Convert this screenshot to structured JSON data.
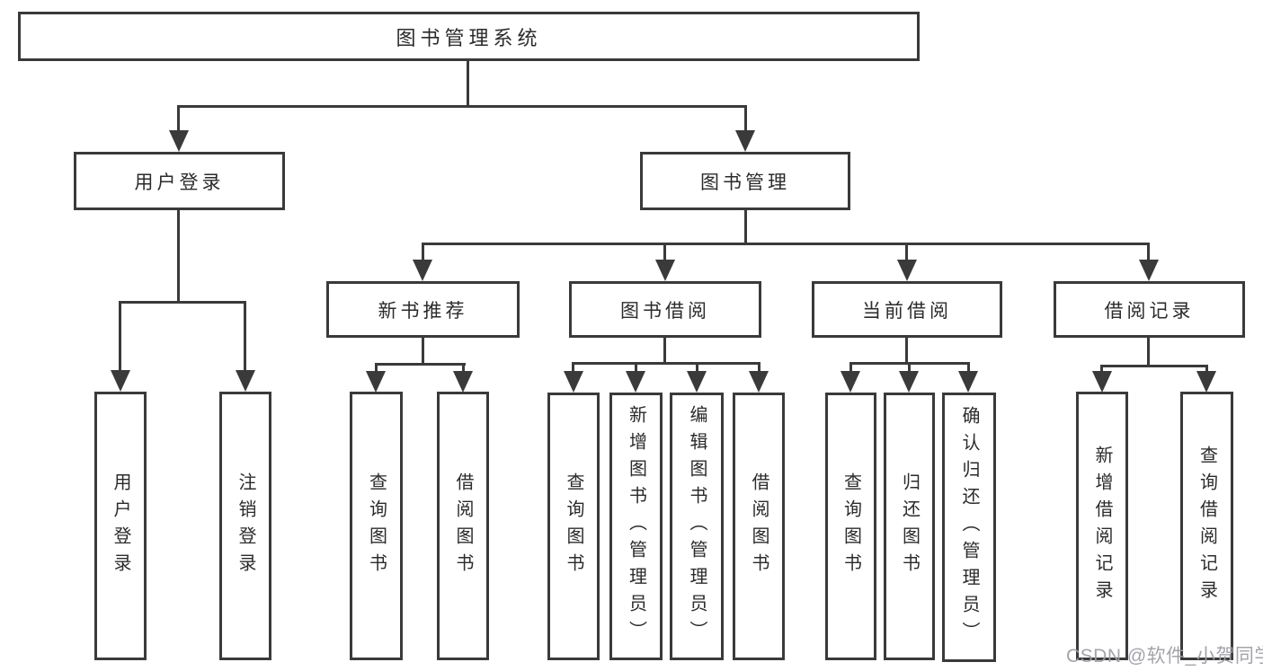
{
  "tree": {
    "label": "图书管理系统",
    "children": [
      {
        "label": "用户登录",
        "children": [
          {
            "label": "用户登录"
          },
          {
            "label": "注销登录"
          }
        ]
      },
      {
        "label": "图书管理",
        "children": [
          {
            "label": "新书推荐",
            "children": [
              {
                "label": "查询图书"
              },
              {
                "label": "借阅图书"
              }
            ]
          },
          {
            "label": "图书借阅",
            "children": [
              {
                "label": "查询图书"
              },
              {
                "label": "新增图书（管理员）"
              },
              {
                "label": "编辑图书（管理员）"
              },
              {
                "label": "借阅图书"
              }
            ]
          },
          {
            "label": "当前借阅",
            "children": [
              {
                "label": "查询图书"
              },
              {
                "label": "归还图书"
              },
              {
                "label": "确认归还（管理员）"
              }
            ]
          },
          {
            "label": "借阅记录",
            "children": [
              {
                "label": "新增借阅记录"
              },
              {
                "label": "查询借阅记录"
              }
            ]
          }
        ]
      }
    ]
  },
  "watermark": {
    "text": "CSDN @软件_小贺同学"
  },
  "colors": {
    "line": "#3a3a3a",
    "text": "#2b2b2b",
    "watermark": "#9e9fa5",
    "background": "#ffffff"
  }
}
